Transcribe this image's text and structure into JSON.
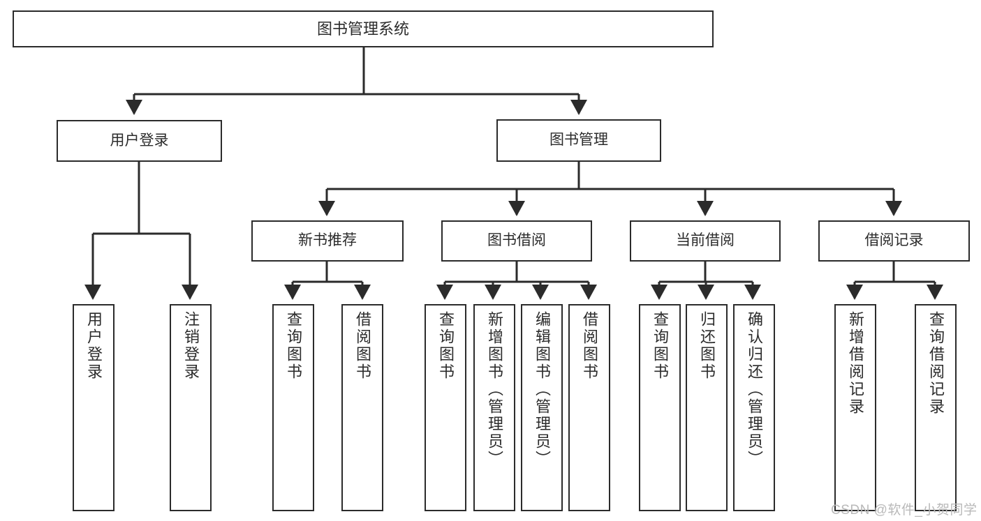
{
  "diagram": {
    "title_node": {
      "label": "图书管理系统"
    },
    "level2": [
      {
        "id": "user-login",
        "label": "用户登录"
      },
      {
        "id": "book-management",
        "label": "图书管理"
      }
    ],
    "level3": [
      {
        "id": "new-book-recommend",
        "label": "新书推荐"
      },
      {
        "id": "book-borrow",
        "label": "图书借阅"
      },
      {
        "id": "current-borrow",
        "label": "当前借阅"
      },
      {
        "id": "borrow-record",
        "label": "借阅记录"
      }
    ],
    "leaves": [
      {
        "id": "leaf-user-login",
        "label": "用户登录"
      },
      {
        "id": "leaf-logout-login",
        "label": "注销登录"
      },
      {
        "id": "leaf-query-book-1",
        "label": "查询图书"
      },
      {
        "id": "leaf-borrow-book-1",
        "label": "借阅图书"
      },
      {
        "id": "leaf-query-book-2",
        "label": "查询图书"
      },
      {
        "id": "leaf-add-book-admin",
        "label": "新增图书（管理员）"
      },
      {
        "id": "leaf-edit-book-admin",
        "label": "编辑图书（管理员）"
      },
      {
        "id": "leaf-borrow-book-2",
        "label": "借阅图书"
      },
      {
        "id": "leaf-query-book-3",
        "label": "查询图书"
      },
      {
        "id": "leaf-return-book",
        "label": "归还图书"
      },
      {
        "id": "leaf-confirm-return-admin",
        "label": "确认归还（管理员）"
      },
      {
        "id": "leaf-add-borrow-record",
        "label": "新增借阅记录"
      },
      {
        "id": "leaf-query-borrow-record",
        "label": "查询借阅记录"
      }
    ],
    "watermark": "CSDN @软件_小贺同学",
    "colors": {
      "stroke": "#2b2b2b",
      "fill": "#ffffff",
      "text": "#2b2b2b",
      "watermark": "#b9b9b9"
    }
  }
}
